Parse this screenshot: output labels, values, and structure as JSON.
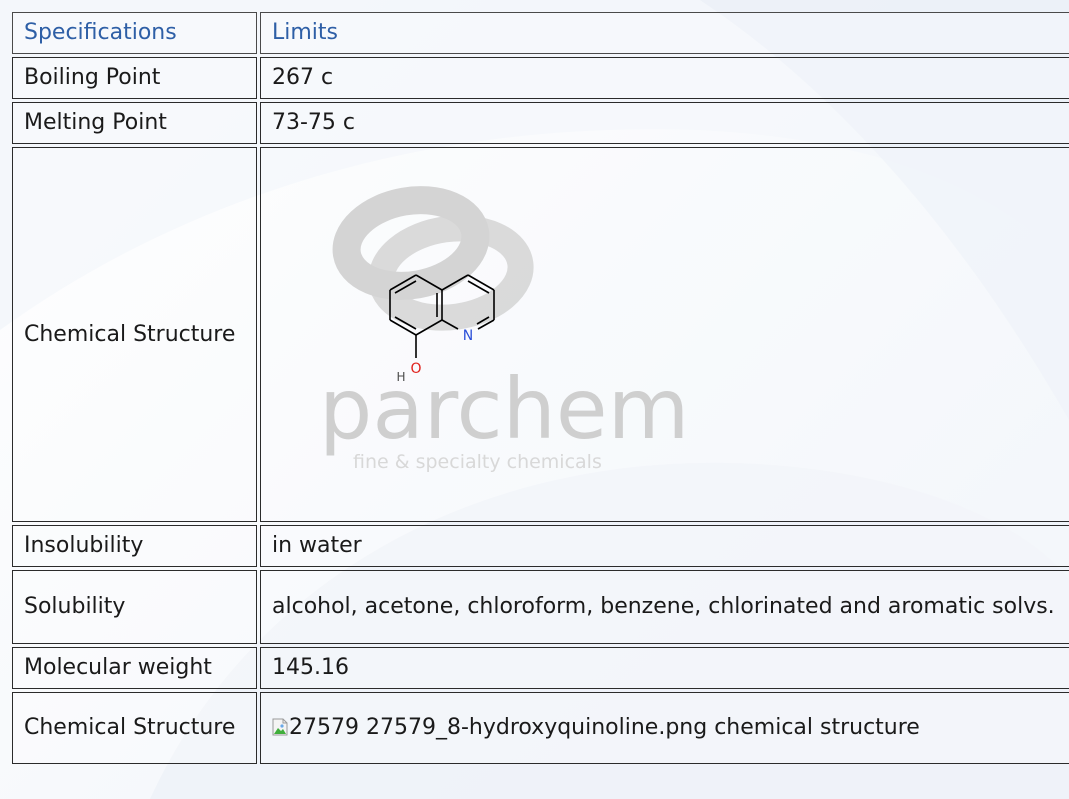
{
  "table": {
    "header": {
      "col1": "Specifications",
      "col2": "Limits"
    },
    "rows": [
      {
        "label": "Boiling Point",
        "value": "267 c"
      },
      {
        "label": "Melting Point",
        "value": "73-75 c"
      },
      {
        "label": "Chemical Structure",
        "value": ""
      },
      {
        "label": "Insolubility",
        "value": "in water"
      },
      {
        "label": "Solubility",
        "value": "alcohol, acetone, chloroform, benzene, chlorinated and aromatic solvs."
      },
      {
        "label": "Molecular weight",
        "value": "145.16"
      },
      {
        "label": "Chemical Structure",
        "value": "27579 27579_8-hydroxyquinoline.png chemical structure"
      }
    ]
  },
  "structure_image": {
    "atom_n": "N",
    "atom_o": "O",
    "atom_h": "H",
    "watermark_brand": "parchem",
    "watermark_tagline": "fine & specialty chemicals"
  },
  "colors": {
    "header_text": "#2e5fa6",
    "nitrogen": "#2b4fd8",
    "oxygen": "#e0201b",
    "watermark": "#c9c9c9"
  }
}
